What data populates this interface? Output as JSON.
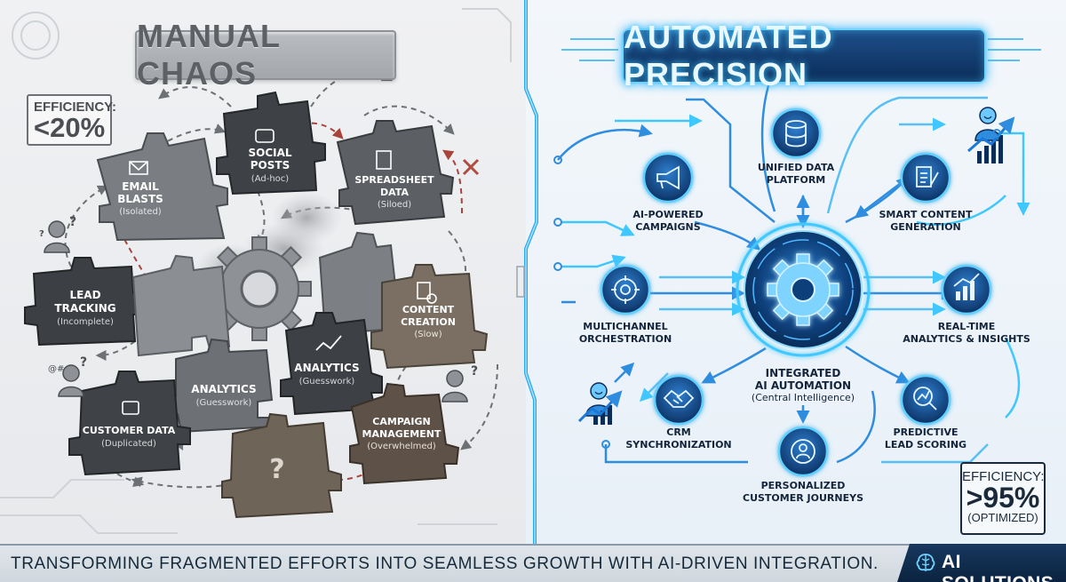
{
  "left": {
    "title": "MANUAL CHAOS",
    "efficiency_label": "EFFICIENCY:",
    "efficiency_value": "<20%",
    "pieces": [
      {
        "title1": "EMAIL",
        "title2": "BLASTS",
        "sub": "(Isolated)"
      },
      {
        "title1": "SOCIAL",
        "title2": "POSTS",
        "sub": "(Ad-hoc)"
      },
      {
        "title1": "SPREADSHEET",
        "title2": "DATA",
        "sub": "(Siloed)"
      },
      {
        "title1": "LEAD",
        "title2": "TRACKING",
        "sub": "(Incomplete)"
      },
      {
        "title1": "CONTENT",
        "title2": "CREATION",
        "sub": "(Slow)"
      },
      {
        "title1": "ANALYTICS",
        "title2": "",
        "sub": "(Guesswork)"
      },
      {
        "title1": "ANALYTICS",
        "title2": "",
        "sub": "(Guesswork)"
      },
      {
        "title1": "CUSTOMER DATA",
        "title2": "",
        "sub": "(Duplicated)"
      },
      {
        "title1": "CAMPAIGN",
        "title2": "MANAGEMENT",
        "sub": "(Overwhelmed)"
      },
      {
        "title1": "?",
        "title2": "",
        "sub": ""
      }
    ]
  },
  "right": {
    "title": "AUTOMATED PRECISION",
    "efficiency_label": "EFFICIENCY:",
    "efficiency_value": ">95%",
    "efficiency_note": "(OPTIMIZED)",
    "hub": {
      "line1": "INTEGRATED",
      "line2": "AI AUTOMATION",
      "line3": "(Central Intelligence)"
    },
    "nodes": [
      {
        "line1": "UNIFIED DATA",
        "line2": "PLATFORM",
        "icon": "database-icon"
      },
      {
        "line1": "AI-POWERED",
        "line2": "CAMPAIGNS",
        "icon": "megaphone-icon"
      },
      {
        "line1": "SMART CONTENT",
        "line2": "GENERATION",
        "icon": "document-edit-icon"
      },
      {
        "line1": "MULTICHANNEL",
        "line2": "ORCHESTRATION",
        "icon": "target-icon"
      },
      {
        "line1": "REAL-TIME",
        "line2": "ANALYTICS & INSIGHTS",
        "icon": "bar-chart-icon"
      },
      {
        "line1": "CRM",
        "line2": "SYNCHRONIZATION",
        "icon": "handshake-icon"
      },
      {
        "line1": "PREDICTIVE",
        "line2": "LEAD SCORING",
        "icon": "magnifier-chart-icon"
      },
      {
        "line1": "PERSONALIZED",
        "line2": "CUSTOMER JOURNEYS",
        "icon": "user-target-icon"
      }
    ]
  },
  "footer": {
    "tagline": "TRANSFORMING FRAGMENTED EFFORTS INTO SEAMLESS GROWTH WITH AI-DRIVEN INTEGRATION.",
    "brand": "AI SOLUTIONS"
  },
  "colors": {
    "chaos_grey": "#6b6e72",
    "chaos_dark": "#3f4246",
    "precision_blue": "#1a78d6",
    "glow_cyan": "#3fc8ff",
    "navy": "#0b2d58"
  }
}
